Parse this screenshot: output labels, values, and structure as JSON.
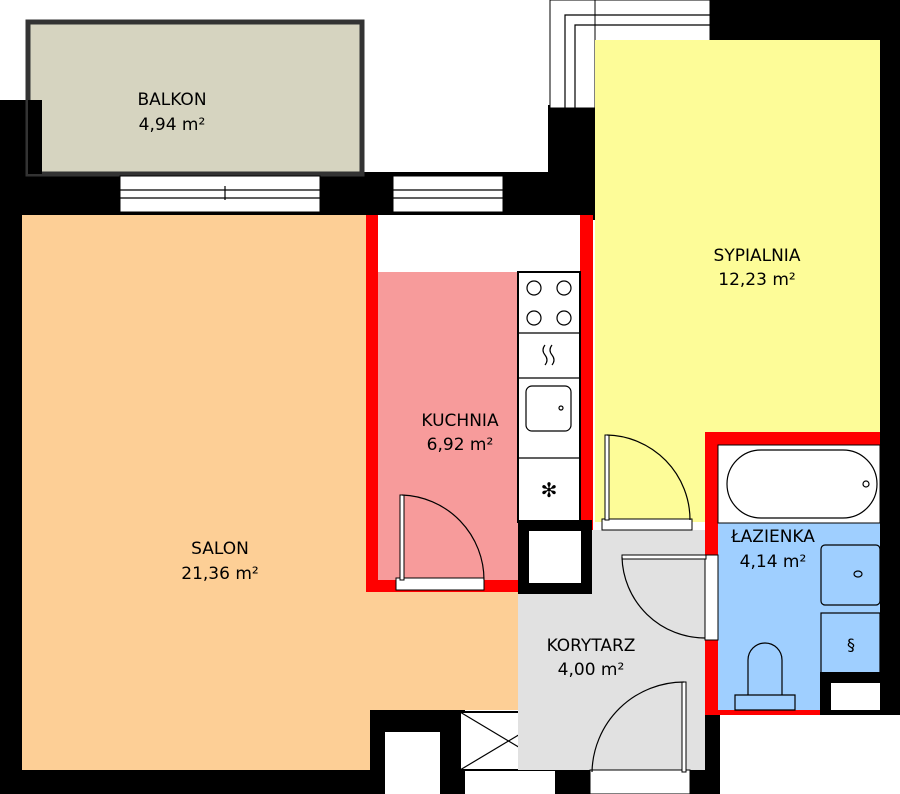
{
  "rooms": {
    "balkon": {
      "name": "BALKON",
      "area": "4,94 m²",
      "color": "#d6d4c0"
    },
    "salon": {
      "name": "SALON",
      "area": "21,36 m²",
      "color": "#fdcf96"
    },
    "kuchnia": {
      "name": "KUCHNIA",
      "area": "6,92 m²",
      "color": "#f79b9b"
    },
    "sypialnia": {
      "name": "SYPIALNIA",
      "area": "12,23 m²",
      "color": "#fdfc98"
    },
    "lazienka": {
      "name": "ŁAZIENKA",
      "area": "4,14 m²",
      "color": "#9fcfff"
    },
    "korytarz": {
      "name": "KORYTARZ",
      "area": "4,00 m²",
      "color": "#e1e1e1"
    }
  },
  "colors": {
    "wall": "#000000",
    "partition": "#ff0000"
  }
}
